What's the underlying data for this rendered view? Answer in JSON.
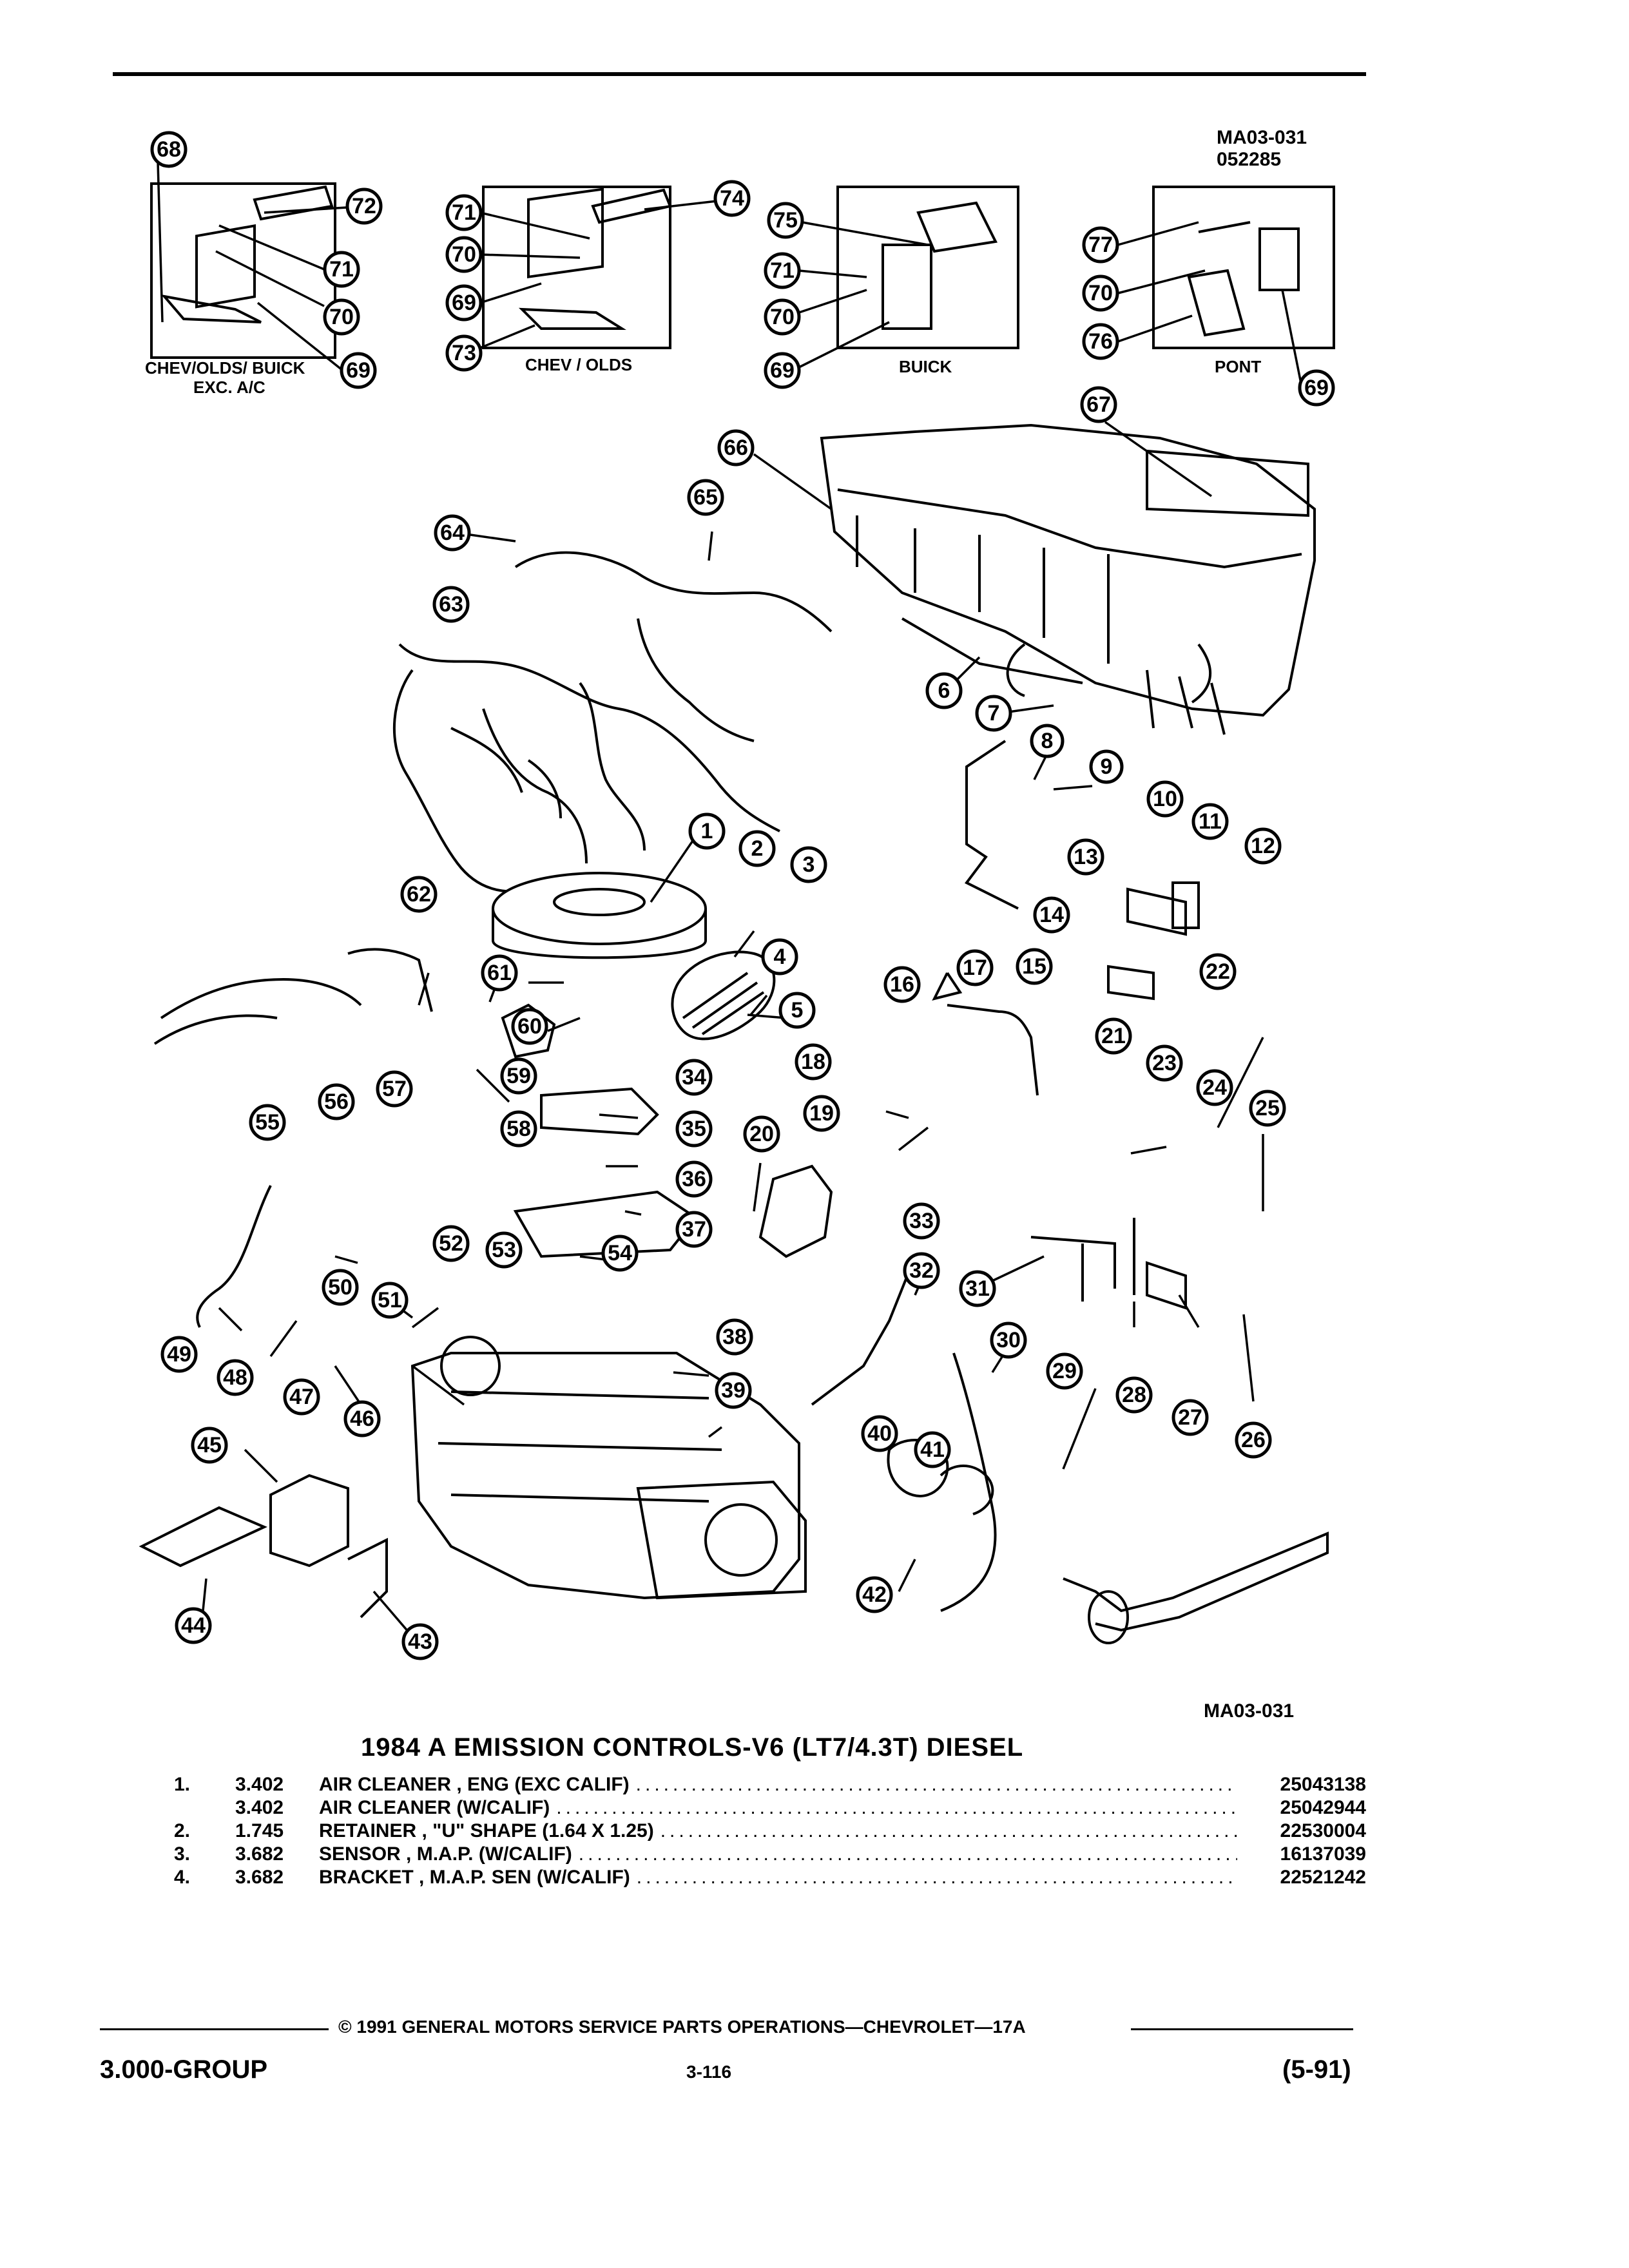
{
  "header": {
    "illustration_code": "MA03-031",
    "illustration_date": "052285"
  },
  "variant_boxes": [
    {
      "label": "CHEV/OLDS/ BUICK",
      "sublabel": "EXC. A/C"
    },
    {
      "label": "CHEV / OLDS",
      "sublabel": ""
    },
    {
      "label": "BUICK",
      "sublabel": ""
    },
    {
      "label": "PONT",
      "sublabel": ""
    }
  ],
  "callouts": {
    "c1": "1",
    "c2": "2",
    "c3": "3",
    "c4": "4",
    "c5": "5",
    "c6": "6",
    "c7": "7",
    "c8": "8",
    "c9": "9",
    "c10": "10",
    "c11": "11",
    "c12": "12",
    "c13": "13",
    "c14": "14",
    "c15": "15",
    "c16": "16",
    "c17": "17",
    "c18": "18",
    "c19": "19",
    "c20": "20",
    "c21": "21",
    "c22": "22",
    "c23": "23",
    "c24": "24",
    "c25": "25",
    "c26": "26",
    "c27": "27",
    "c28": "28",
    "c29": "29",
    "c30": "30",
    "c31": "31",
    "c32": "32",
    "c33": "33",
    "c34": "34",
    "c35": "35",
    "c36": "36",
    "c37": "37",
    "c38": "38",
    "c39": "39",
    "c40": "40",
    "c41": "41",
    "c42": "42",
    "c43": "43",
    "c44": "44",
    "c45": "45",
    "c46": "46",
    "c47": "47",
    "c48": "48",
    "c49": "49",
    "c50": "50",
    "c51": "51",
    "c52": "52",
    "c53": "53",
    "c54": "54",
    "c55": "55",
    "c56": "56",
    "c57": "57",
    "c58": "58",
    "c59": "59",
    "c60": "60",
    "c61": "61",
    "c62": "62",
    "c63": "63",
    "c64": "64",
    "c65": "65",
    "c66": "66",
    "c67": "67",
    "c68": "68",
    "c69": "69",
    "c70": "70",
    "c71": "71",
    "c72": "72",
    "c73": "73",
    "c74": "74",
    "c75": "75",
    "c76": "76",
    "c77": "77"
  },
  "figure_ref": "MA03-031",
  "catalog": {
    "title": "1984 A EMISSION CONTROLS-V6 (LT7/4.3T) DIESEL",
    "items": [
      {
        "num": "1.",
        "group": "3.402",
        "desc": "AIR CLEANER , ENG (EXC CALIF)",
        "part": "25043138"
      },
      {
        "num": "",
        "group": "3.402",
        "desc": "AIR CLEANER (W/CALIF)",
        "part": "25042944"
      },
      {
        "num": "2.",
        "group": "1.745",
        "desc": "RETAINER , \"U\" SHAPE (1.64 X 1.25)",
        "part": "22530004"
      },
      {
        "num": "3.",
        "group": "3.682",
        "desc": "SENSOR , M.A.P. (W/CALIF)",
        "part": "16137039"
      },
      {
        "num": "4.",
        "group": "3.682",
        "desc": "BRACKET , M.A.P. SEN (W/CALIF)",
        "part": "22521242"
      }
    ]
  },
  "footer": {
    "copyright": "© 1991 GENERAL MOTORS SERVICE PARTS OPERATIONS—CHEVROLET—17A",
    "group": "3.000-GROUP",
    "page": "3-116",
    "revision": "(5-91)"
  }
}
